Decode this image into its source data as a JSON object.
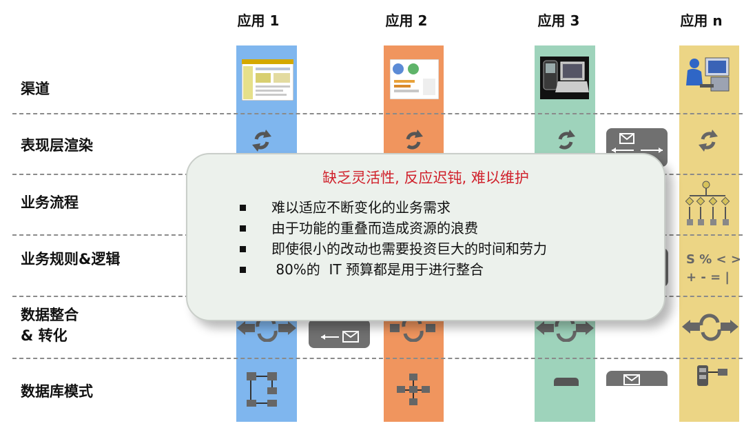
{
  "columns": [
    {
      "header": "应用 1",
      "color": "#7fb6ee"
    },
    {
      "header": "应用 2",
      "color": "#f0955e"
    },
    {
      "header": "应用 3",
      "color": "#9ed3bb"
    },
    {
      "header": "应用 n",
      "color": "#ecd585"
    }
  ],
  "rows": {
    "channel": "渠道",
    "presentation": "表现层渲染",
    "process": "业务流程",
    "rules": "业务规则&逻辑",
    "integration_line1": "数据整合",
    "integration_line2": "& 转化",
    "database": "数据库模式"
  },
  "callout": {
    "title": "缺乏灵活性, 反应迟钝, 难以维护",
    "title_color": "#d0212b",
    "items": [
      "难以适应不断变化的业务需求",
      "由于功能的重叠而造成资源的浪费",
      "即使很小的改动也需要投资巨大的时间和劳力",
      " 80%的  IT 预算都是用于进行整合"
    ]
  },
  "symbols": {
    "line1": "S % < >",
    "line2": "+ -  = |"
  },
  "icons": [
    "screenshot-icon",
    "chart-screenshot-icon",
    "devices-icon",
    "computer-user-icon",
    "refresh-icon",
    "hierarchy-icon",
    "message-exchange-icon",
    "database-schema-icon"
  ]
}
